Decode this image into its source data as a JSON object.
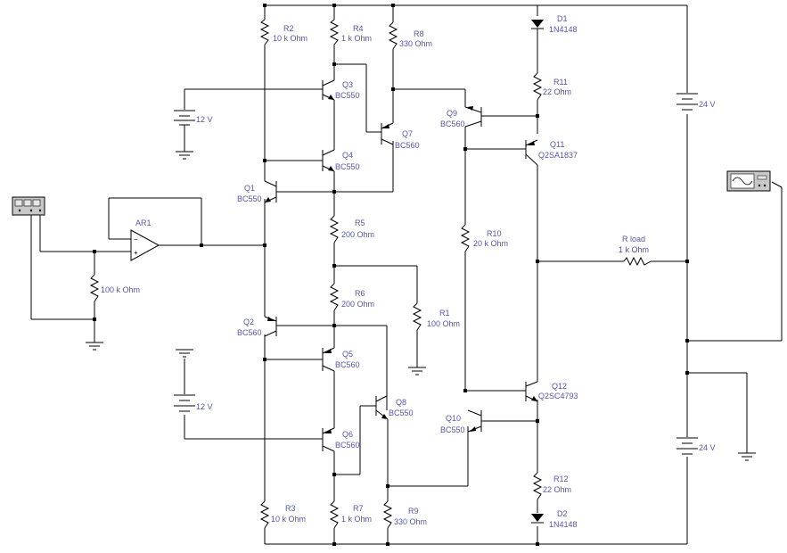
{
  "components": {
    "R2": {
      "ref": "R2",
      "value": "10 k Ohm"
    },
    "R4": {
      "ref": "R4",
      "value": "1 k Ohm"
    },
    "R8": {
      "ref": "R8",
      "value": "330  Ohm"
    },
    "D1": {
      "ref": "D1",
      "value": "1N4148"
    },
    "R11": {
      "ref": "R11",
      "value": "22  Ohm"
    },
    "Q3": {
      "ref": "Q3",
      "value": "BC550"
    },
    "Q9": {
      "ref": "Q9",
      "value": "BC560"
    },
    "Q7": {
      "ref": "Q7",
      "value": "BC560"
    },
    "Q11": {
      "ref": "Q11",
      "value": "Q2SA1837"
    },
    "Q4": {
      "ref": "Q4",
      "value": "BC550"
    },
    "Q1": {
      "ref": "Q1",
      "value": "BC550"
    },
    "AR1": {
      "ref": "AR1"
    },
    "R5": {
      "ref": "R5",
      "value": "200  Ohm"
    },
    "R10": {
      "ref": "R10",
      "value": "20 k Ohm"
    },
    "Rload": {
      "ref": "R load",
      "value": "1 k Ohm"
    },
    "Rin": {
      "value": "100 k Ohm"
    },
    "R6": {
      "ref": "R6",
      "value": "200  Ohm"
    },
    "R1": {
      "ref": "R1",
      "value": "100  Ohm"
    },
    "Q2": {
      "ref": "Q2",
      "value": "BC560"
    },
    "Q5": {
      "ref": "Q5",
      "value": "BC560"
    },
    "Q12": {
      "ref": "Q12",
      "value": "Q2SC4793"
    },
    "Q8": {
      "ref": "Q8",
      "value": "BC550"
    },
    "Q10": {
      "ref": "Q10",
      "value": "BC550"
    },
    "Q6": {
      "ref": "Q6",
      "value": "BC560"
    },
    "R12": {
      "ref": "R12",
      "value": "22  Ohm"
    },
    "D2": {
      "ref": "D2",
      "value": "1N4148"
    },
    "R3": {
      "ref": "R3",
      "value": "10 k Ohm"
    },
    "R7": {
      "ref": "R7",
      "value": "1 k Ohm"
    },
    "R9": {
      "ref": "R9",
      "value": "330  Ohm"
    }
  },
  "sources": {
    "bias_top": "12 V",
    "bias_bottom": "12 V",
    "supply_top": "24 V",
    "supply_bottom": "24 V"
  },
  "colors": {
    "wire": "#000000",
    "label": "#5555aa"
  },
  "icons": {
    "function_generator": "function-generator-icon",
    "oscilloscope": "oscilloscope-icon"
  }
}
